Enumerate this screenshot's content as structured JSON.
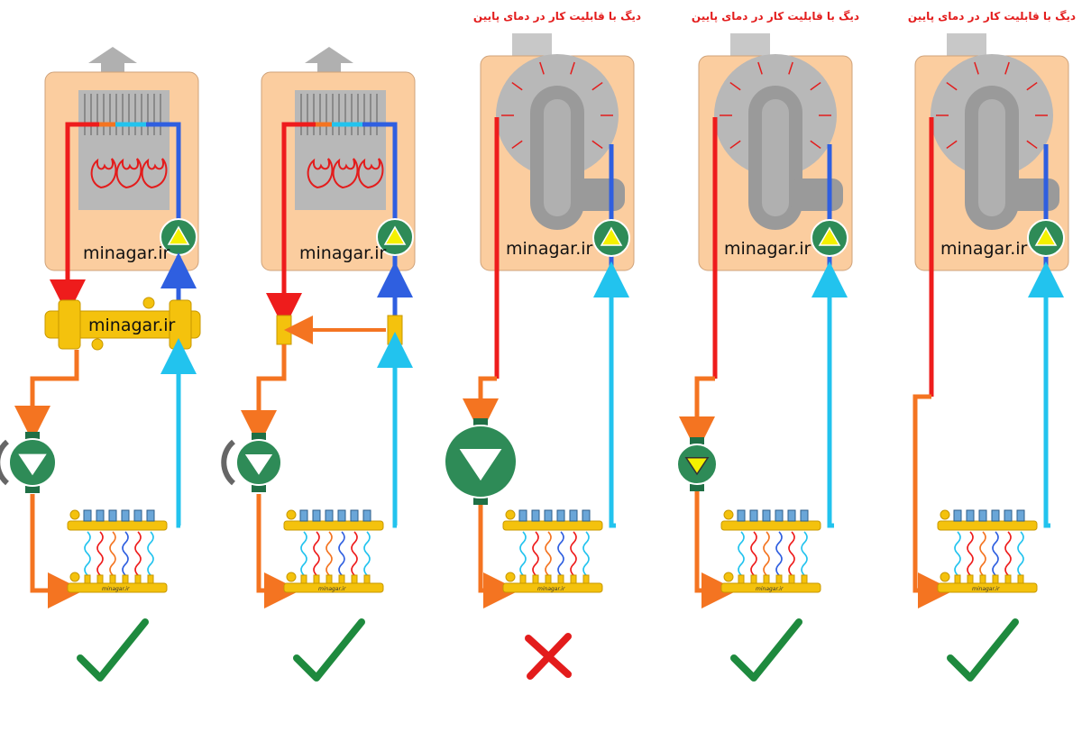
{
  "panels": [
    {
      "caption": "",
      "boiler_type": "conventional",
      "boiler_watermark": "minagar.ir",
      "connector": "hydraulic-separator",
      "connector_watermark": "minagar.ir",
      "manifold_watermark": "minagar.ir",
      "verdict": "check"
    },
    {
      "caption": "",
      "boiler_type": "conventional",
      "boiler_watermark": "minagar.ir",
      "connector": "closely-spaced-tees",
      "manifold_watermark": "minagar.ir",
      "verdict": "check"
    },
    {
      "caption": "دیگ با قابلیت کار در دمای پایین",
      "boiler_type": "condensing",
      "boiler_watermark": "minagar.ir",
      "connector": "large-pump",
      "manifold_watermark": "minagar.ir",
      "verdict": "cross"
    },
    {
      "caption": "دیگ با قابلیت کار در دمای پایین",
      "boiler_type": "condensing",
      "boiler_watermark": "minagar.ir",
      "connector": "small-pump",
      "manifold_watermark": "minagar.ir",
      "verdict": "check"
    },
    {
      "caption": "دیگ با قابلیت کار در دمای پایین",
      "boiler_type": "condensing",
      "boiler_watermark": "minagar.ir",
      "connector": "direct",
      "manifold_watermark": "minagar.ir",
      "verdict": "check"
    }
  ],
  "colors": {
    "boiler_body": "#fbcd9f",
    "hot_pipe": "#ee1c1c",
    "warm_pipe": "#f47421",
    "return_pipe": "#2f5fe0",
    "cool_pipe": "#22c3ee",
    "pump_green": "#2e8b57",
    "fitting_yellow": "#f4c20d",
    "check_green": "#1e8a3e",
    "cross_red": "#e31c1c"
  }
}
